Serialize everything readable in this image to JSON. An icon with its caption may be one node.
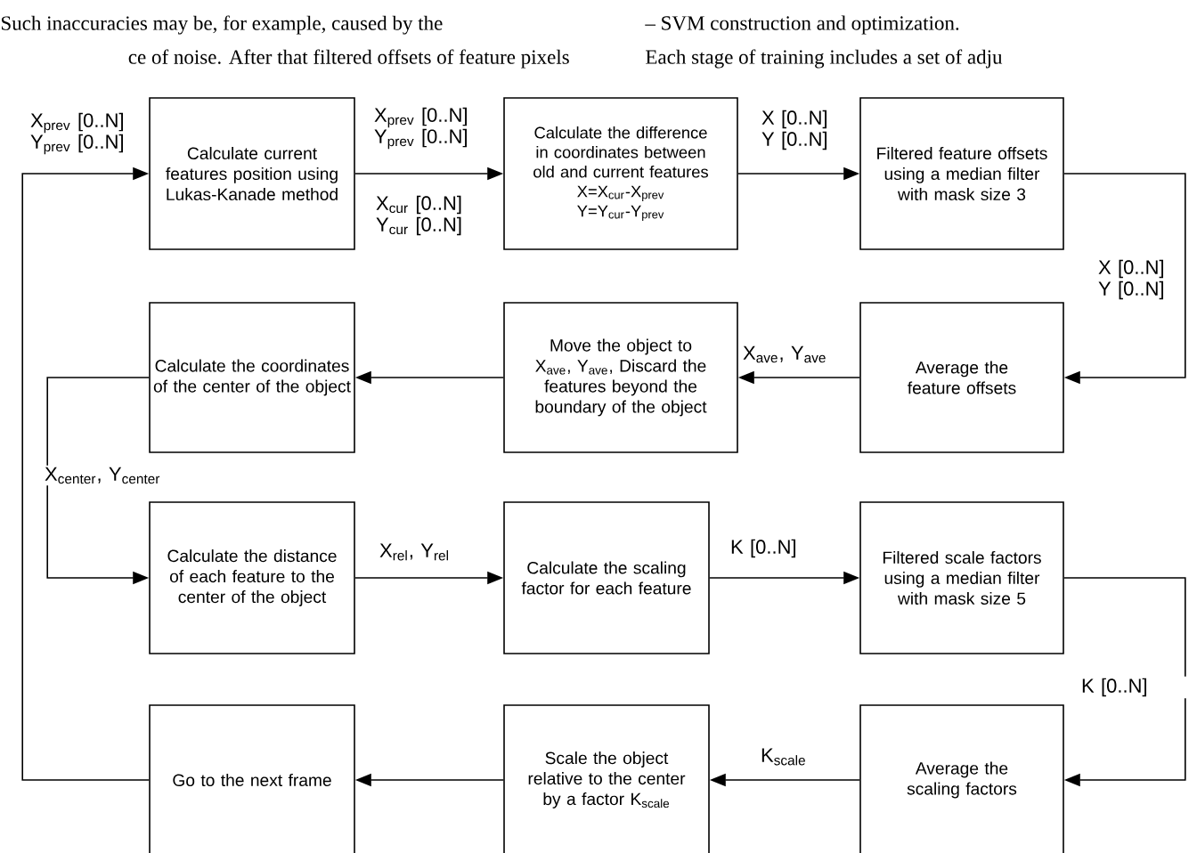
{
  "diagram": {
    "nodes": [
      {
        "text": [
          "Calculate current features position using Lukas-Kanade method"
        ]
      },
      {
        "text": [
          "Calculate the difference in coordinates between old and current features",
          "X=X$_{cur}$-X$_{prev}$",
          "Y=Y$_{cur}$-Y$_{prev}$"
        ]
      },
      {
        "text": [
          "Filtered feature offsets using a median filter with mask size 3"
        ]
      },
      {
        "text": [
          "Calculate the coordinates of the center of the object"
        ]
      },
      {
        "text": [
          "Move the object to X$_{ave}$, Y$_{ave}$, Discard the features beyond the boundary of the object"
        ]
      },
      {
        "text": [
          "Average the feature offsets"
        ]
      },
      {
        "text": [
          "Calculate the distance of each feature to the center of the object"
        ]
      },
      {
        "text": [
          "Calculate the scaling factor for each feature"
        ]
      },
      {
        "text": [
          "Filtered scale factors using a median filter with mask size 5"
        ]
      },
      {
        "text": [
          "Go to the next frame"
        ]
      },
      {
        "text": [
          "Scale the object relative to the center by a factor K$_{scale}$"
        ]
      },
      {
        "text": [
          "Average the scaling factors"
        ]
      }
    ],
    "edges": [
      {
        "from": 9,
        "to": 0,
        "arrow": "to",
        "label": "X$_{prev}$ [0..N] Y$_{prev}$ [0..N]"
      },
      {
        "from": 0,
        "to": 1,
        "arrow": "to",
        "label": "X$_{prev}$ [0..N] Y$_{prev}$ [0..N]"
      },
      {
        "from": 1,
        "to": 2,
        "arrow": "to",
        "label": "X [0..N] Y [0..N]"
      },
      {
        "from": 2,
        "to": 5,
        "arrow": "to",
        "label": "X [0..N] Y [0..N]"
      },
      {
        "from": 5,
        "to": 4,
        "arrow": "to",
        "label": "X$_{ave}$, Y$_{ave}$"
      },
      {
        "from": 4,
        "to": 3,
        "arrow": "to"
      },
      {
        "from": 3,
        "to": 6,
        "arrow": "to",
        "label": "X$_{center}$, Y$_{center}$"
      },
      {
        "from": 6,
        "to": 7,
        "arrow": "to",
        "label": "X$_{rel}$, Y$_{rel}$"
      },
      {
        "from": 7,
        "to": 8,
        "arrow": "to",
        "label": "K [0..N]"
      },
      {
        "from": 8,
        "to": 11,
        "arrow": "to",
        "label": "K [0..N]"
      },
      {
        "from": 11,
        "to": 10,
        "arrow": "to",
        "label": "K$_{scale}$"
      },
      {
        "from": 10,
        "to": 9,
        "arrow": "to"
      }
    ],
    "labels": [
      "Such inaccuracies may be, for example, caused by the",
      "ce of noise. After that filtered offsets of feature pixels",
      "– SVM construction and optimization.",
      "Each stage of training includes a set of adju",
      "X$_{cur}$ [0..N] Y$_{cur}$ [0..N]"
    ]
  }
}
